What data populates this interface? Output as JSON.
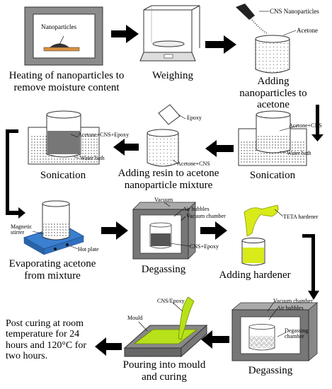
{
  "steps": {
    "heating": "Heating of nanoparticles to remove moisture content",
    "weighing": "Weighing",
    "adding_np": "Adding nanoparticles to acetone",
    "sonication_1": "Sonication",
    "adding_resin": "Adding resin to acetone nanoparticle mixture",
    "sonication_2": "Sonication",
    "evaporating": "Evaporating acetone from mixture",
    "degassing_1": "Degassing",
    "adding_hardener": "Adding hardener",
    "degassing_2": "Degassing",
    "pouring": "Pouring into mould and curing",
    "post_curing": "Post curing at room temperature for 24 hours and 120°C for two hours."
  },
  "labels": {
    "nanoparticles": "Nanoparticles",
    "cns_nanoparticles": "CNS Nanoparticles",
    "acetone": "Acetone",
    "acetone_cns": "Acetone+CNS",
    "water_bath": "Water bath",
    "epoxy": "Epoxy",
    "acetone_cns_2": "Acetone+CNS",
    "acetone_cns_epoxy": "Acetone+CNS+Epoxy",
    "water_bath_2": "Water bath",
    "magnetic_stirrer": "Magnetic stirrer",
    "hot_plate": "Hot plate",
    "vacuum": "Vacuum",
    "air_bubbles": "Air bubbles",
    "vacuum_chamber": "Vacuum chamber",
    "cns_epoxy": "CNS+Epoxy",
    "teta_hardener": "TETA hardener",
    "vacuum_chamber_2": "Vacuum chamber",
    "air_bubbles_2": "Air bubbles",
    "degassing_chamber": "Degassing chamber",
    "cns_epoxy_2": "CNS/Epoxy",
    "mould": "Mould"
  },
  "colors": {
    "oven_gray": "#8c8c8c",
    "hot_plate_blue": "#3b7fd0",
    "hardener_yellow": "#d8ea1a",
    "mould_green": "#b7e21a"
  }
}
